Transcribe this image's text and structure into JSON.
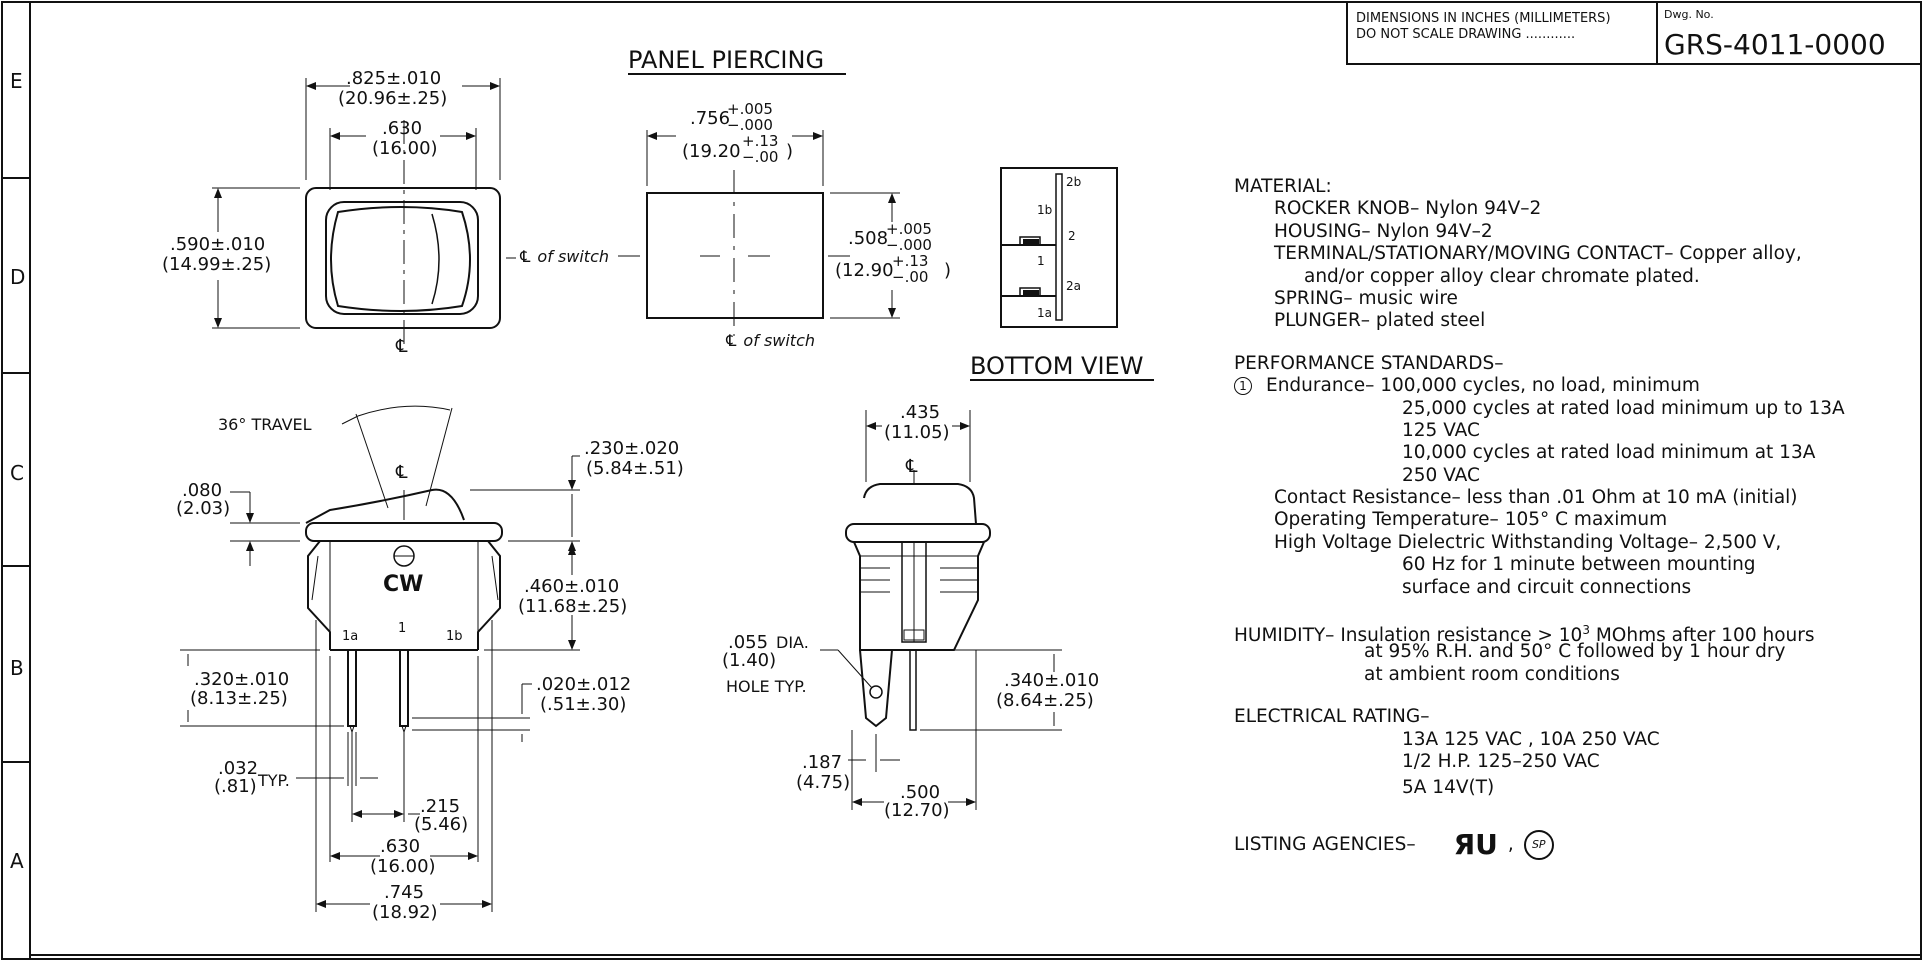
{
  "title_block": {
    "note_line1": "DIMENSIONS IN INCHES (MILLIMETERS)",
    "note_line2": "DO NOT SCALE DRAWING ............",
    "dwg_label": "Dwg. No.",
    "dwg_number": "GRS-4011-0000"
  },
  "zones": [
    "E",
    "D",
    "C",
    "B",
    "A"
  ],
  "views": {
    "panel_piercing": "PANEL PIERCING",
    "bottom_view": "BOTTOM VIEW"
  },
  "front_view": {
    "width_in": ".825±.010",
    "width_mm": "(20.96±.25)",
    "inner_in": ".630",
    "inner_mm": "(16.00)",
    "height_in": ".590±.010",
    "height_mm": "(14.99±.25)",
    "centerline": "℄ of switch",
    "centerline_bottom": "℄"
  },
  "panel": {
    "width_in": ".756",
    "width_tol_plus": "+.005",
    "width_tol_minus": "−.000",
    "width_mm": "(19.20",
    "width_mm_plus": "+.13",
    "width_mm_minus": "−.00",
    "width_mm_close": ")",
    "height_in": ".508",
    "height_tol_plus": "+.005",
    "height_tol_minus": "−.000",
    "height_mm": "(12.90",
    "height_mm_plus": "+.13",
    "height_mm_minus": "−.00",
    "height_mm_close": ")",
    "centerline": "℄ of switch"
  },
  "schematic": {
    "labels": [
      "2b",
      "1b",
      "2",
      "1",
      "2a",
      "1a"
    ]
  },
  "side_view": {
    "travel": "36° TRAVEL",
    "top_in": ".230±.020",
    "top_mm": "(5.84±.51)",
    "flange_in": ".080",
    "flange_mm": "(2.03)",
    "body_in": ".460±.010",
    "body_mm": "(11.68±.25)",
    "logo": "CW",
    "term_1a": "1a",
    "term_1": "1",
    "term_1b": "1b",
    "term_len_in": ".320±.010",
    "term_len_mm": "(8.13±.25)",
    "tip_in": ".020±.012",
    "tip_mm": "(.51±.30)",
    "pin_in": ".032",
    "pin_mm": "(.81)",
    "pin_typ": "TYP.",
    "pitch_in": ".215",
    "pitch_mm": "(5.46)",
    "span_in": ".630",
    "span_mm": "(16.00)",
    "overall_in": ".745",
    "overall_mm": "(18.92)",
    "centerline": "℄"
  },
  "bottom": {
    "top_in": ".435",
    "top_mm": "(11.05)",
    "hole_in": ".055",
    "hole_dia": "DIA.",
    "hole_mm": "(1.40)",
    "hole_typ": "HOLE TYP.",
    "term_in": ".340±.010",
    "term_mm": "(8.64±.25)",
    "off_in": ".187",
    "off_mm": "(4.75)",
    "span_in": ".500",
    "span_mm": "(12.70)",
    "centerline": "℄"
  },
  "specs": {
    "material_title": "MATERIAL:",
    "material_lines": [
      "ROCKER KNOB– Nylon 94V–2",
      "HOUSING– Nylon 94V–2",
      "TERMINAL/STATIONARY/MOVING CONTACT– Copper alloy,"
    ],
    "material_cont": "and/or copper alloy clear chromate plated.",
    "material_tail": [
      "SPRING– music wire",
      "PLUNGER– plated steel"
    ],
    "perf_title": "PERFORMANCE STANDARDS–",
    "note_mark": "1",
    "endurance_label": "Endurance–",
    "endurance_first": "100,000 cycles, no load, minimum",
    "endurance_lines": [
      "25,000 cycles at rated load minimum up to 13A",
      "125 VAC",
      "10,000 cycles at rated load minimum at 13A",
      "250 VAC"
    ],
    "perf_lines": [
      "Contact Resistance– less than .01 Ohm at 10 mA (initial)",
      "Operating Temperature– 105° C maximum",
      "High Voltage Dielectric Withstanding Voltage– 2,500 V,"
    ],
    "dielectric_cont": [
      "60 Hz for 1 minute between mounting",
      "surface and circuit connections"
    ],
    "humidity_label": "HUMIDITY–",
    "humidity_first": " Insulation resistance > 10",
    "humidity_sup": "3",
    "humidity_first_end": " MOhms after 100 hours",
    "humidity_lines": [
      "at 95% R.H. and 50° C followed by 1 hour dry",
      "at ambient room conditions"
    ],
    "elec_title": "ELECTRICAL RATING–",
    "elec_lines": [
      "13A 125 VAC , 10A 250 VAC",
      "1/2 H.P. 125–250 VAC",
      "5A 14V(T)"
    ],
    "listing_label": "LISTING AGENCIES–",
    "agency_ul": "ЯU",
    "agency_sep": ",",
    "agency_csa": "SP"
  }
}
